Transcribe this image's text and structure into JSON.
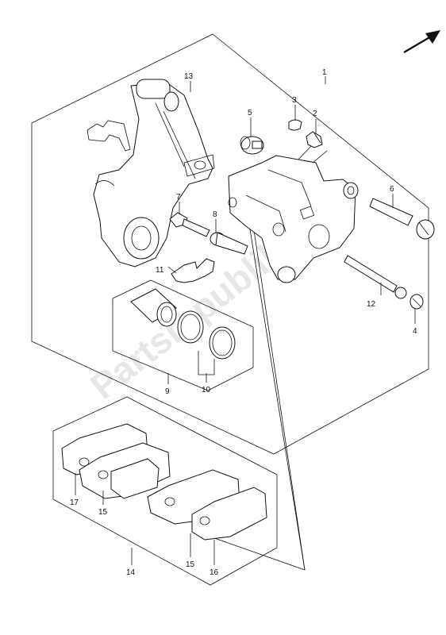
{
  "watermark": "Partsrepublik",
  "callouts": {
    "c1": "1",
    "c2": "2",
    "c3": "3",
    "c4": "4",
    "c5": "5",
    "c6": "6",
    "c7": "7",
    "c8": "8",
    "c9": "9",
    "c10": "10",
    "c11": "11",
    "c12": "12",
    "c13": "13",
    "c14": "14",
    "c15a": "15",
    "c15b": "15",
    "c16": "16",
    "c17": "17"
  },
  "icons": {
    "direction": "front-direction-arrow-icon"
  },
  "colors": {
    "line": "#111111",
    "watermark": "#d4d4d4",
    "background": "#ffffff"
  }
}
